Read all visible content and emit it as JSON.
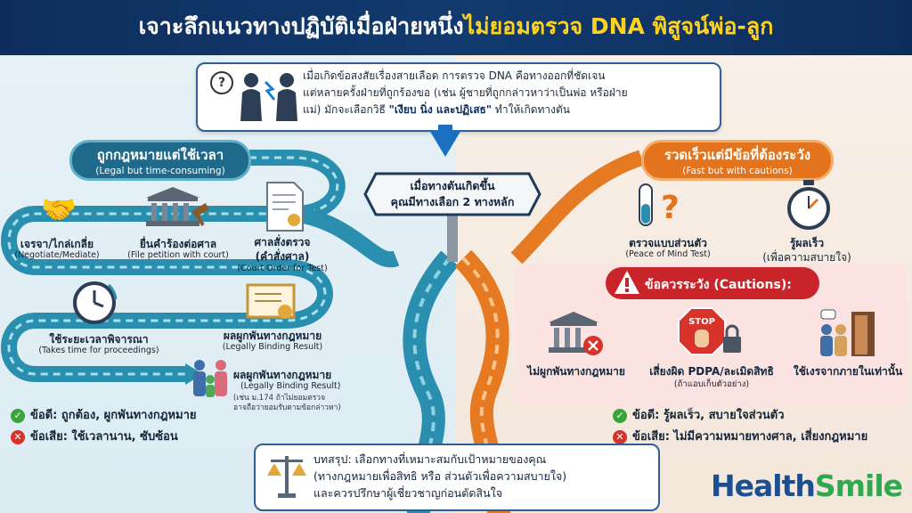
{
  "header": {
    "title_part1": "เจาะลึกแนวทางปฏิบัติเมื่อฝ่ายหนึ่ง",
    "title_part2": "ไม่ยอมตรวจ DNA พิสูจน์พ่อ-ลูก"
  },
  "intro": {
    "line1": "เมื่อเกิดข้อสงสัยเรื่องสายเลือด การตรวจ DNA คือทางออกที่ชัดเจน",
    "line2": "แต่หลายครั้งฝ่ายที่ถูกร้องขอ (เช่น ผู้ชายที่ถูกกล่าวหาว่าเป็นพ่อ หรือฝ่าย",
    "line3_a": "แม่) มักจะเลือกวิธี ",
    "line3_b": "\"เงียบ นิ่ง และปฏิเสธ\"",
    "line3_c": " ทำให้เกิดทางตัน"
  },
  "sign": {
    "line1": "เมื่อทางตันเกิดขึ้น",
    "line2": "คุณมีทางเลือก 2 ทางหลัก"
  },
  "legal": {
    "title": "ถูกกฎหมายแต่ใช้เวลา",
    "subtitle": "(Legal but time-consuming)",
    "steps": [
      {
        "th": "เจรจา/ไกล่เกลี่ย",
        "en": "(Negotiate/Mediate)"
      },
      {
        "th": "ยื่นคำร้องต่อศาล",
        "en": "(File petition with court)"
      },
      {
        "th": "ศาลสั่งตรวจ",
        "th2": "(คำสั่งศาล)",
        "en": "(Court Order for Test)"
      },
      {
        "th": "ใช้ระยะเวลาพิจารณา",
        "en": "(Takes time for proceedings)"
      },
      {
        "th": "ผลผูกพันทางกฎหมาย",
        "en": "(Legally Binding Result)"
      },
      {
        "th": "ผลผูกพันทางกฎหมาย",
        "en": "(Legally Binding Result)",
        "note1": "(เช่น ม.174 ถ้าไม่ยอมตรวจ",
        "note2": "อาจถือว่ายอมรับตามข้อกล่าวหา)"
      }
    ],
    "pro": "ข้อดี: ถูกต้อง, ผูกพันทางกฎหมาย",
    "con": "ข้อเสีย: ใช้เวลานาน, ซับซ้อน"
  },
  "fast": {
    "title": "รวดเร็วแต่มีข้อที่ต้องระวัง",
    "subtitle": "(Fast but with cautions)",
    "items": [
      {
        "th": "ตรวจแบบส่วนตัว",
        "en": "(Peace of Mind Test)"
      },
      {
        "th": "รู้ผลเร็ว",
        "th2": "(เพื่อความสบายใจ)"
      }
    ],
    "caution_title": "ข้อควรระวัง (Cautions):",
    "cautions": [
      {
        "th": "ไม่ผูกพันทางกฎหมาย"
      },
      {
        "th": "เสี่ยงผิด PDPA/ละเมิดสิทธิ",
        "en": "(ถ้าแอบเก็บตัวอย่าง)"
      },
      {
        "th": "ใช้เงรจากภายในเท่านั้น"
      }
    ],
    "stop_label": "STOP",
    "pro": "ข้อดี: รู้ผลเร็ว, สบายใจส่วนตัว",
    "con": "ข้อเสีย: ไม่มีความหมายทางศาล, เสี่ยงกฎหมาย"
  },
  "summary": {
    "line1": "บทสรุป: เลือกทางที่เหมาะสมกับเป้าหมายของคุณ",
    "line2": "(ทางกฎหมายเพื่อสิทธิ หรือ ส่วนตัวเพื่อความสบายใจ)",
    "line3": "และควรปรึกษาผู้เชี่ยวชาญก่อนตัดสินใจ"
  },
  "logo": {
    "part1": "Health",
    "part2": "Smile"
  },
  "colors": {
    "legal": "#1f6a8a",
    "fast": "#e3731d",
    "caution": "#c8242a",
    "navy": "#0d2e5c"
  }
}
